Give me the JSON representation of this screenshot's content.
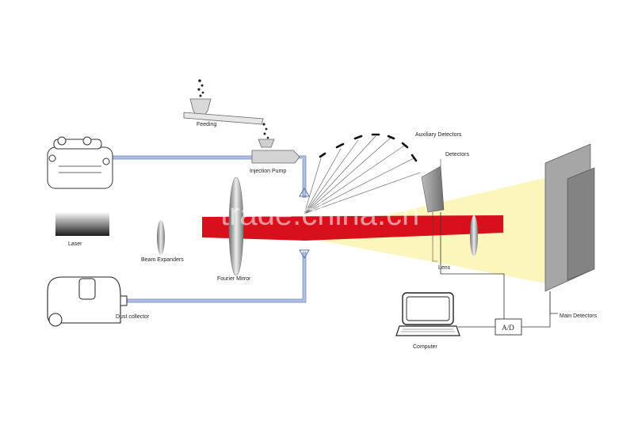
{
  "labels": {
    "feeding": "Feeding",
    "injection_pump": "Injection Pump",
    "auxiliary_detectors": "Auxiliary Detectors",
    "detectors": "Detectors",
    "laser": "Laser",
    "beam_expanders": "Beam Expanders",
    "fourier_mirror": "Fourier Mirror",
    "lens": "Lens",
    "dust_collector": "Dust collector",
    "computer": "Computer",
    "ad_converter": "A/D",
    "main_detectors": "Main Detectors"
  },
  "watermark": "trade.china.cn",
  "colors": {
    "laser_beam": "#d8101c",
    "scatter_light": "#fbf6b8",
    "pipe": "#aebfe6",
    "detector_gray": "#9a9a9a",
    "line": "#333333"
  },
  "icons": {
    "laser": "laser-device-icon",
    "dust_collector": "vacuum-icon",
    "computer": "laptop-icon"
  }
}
